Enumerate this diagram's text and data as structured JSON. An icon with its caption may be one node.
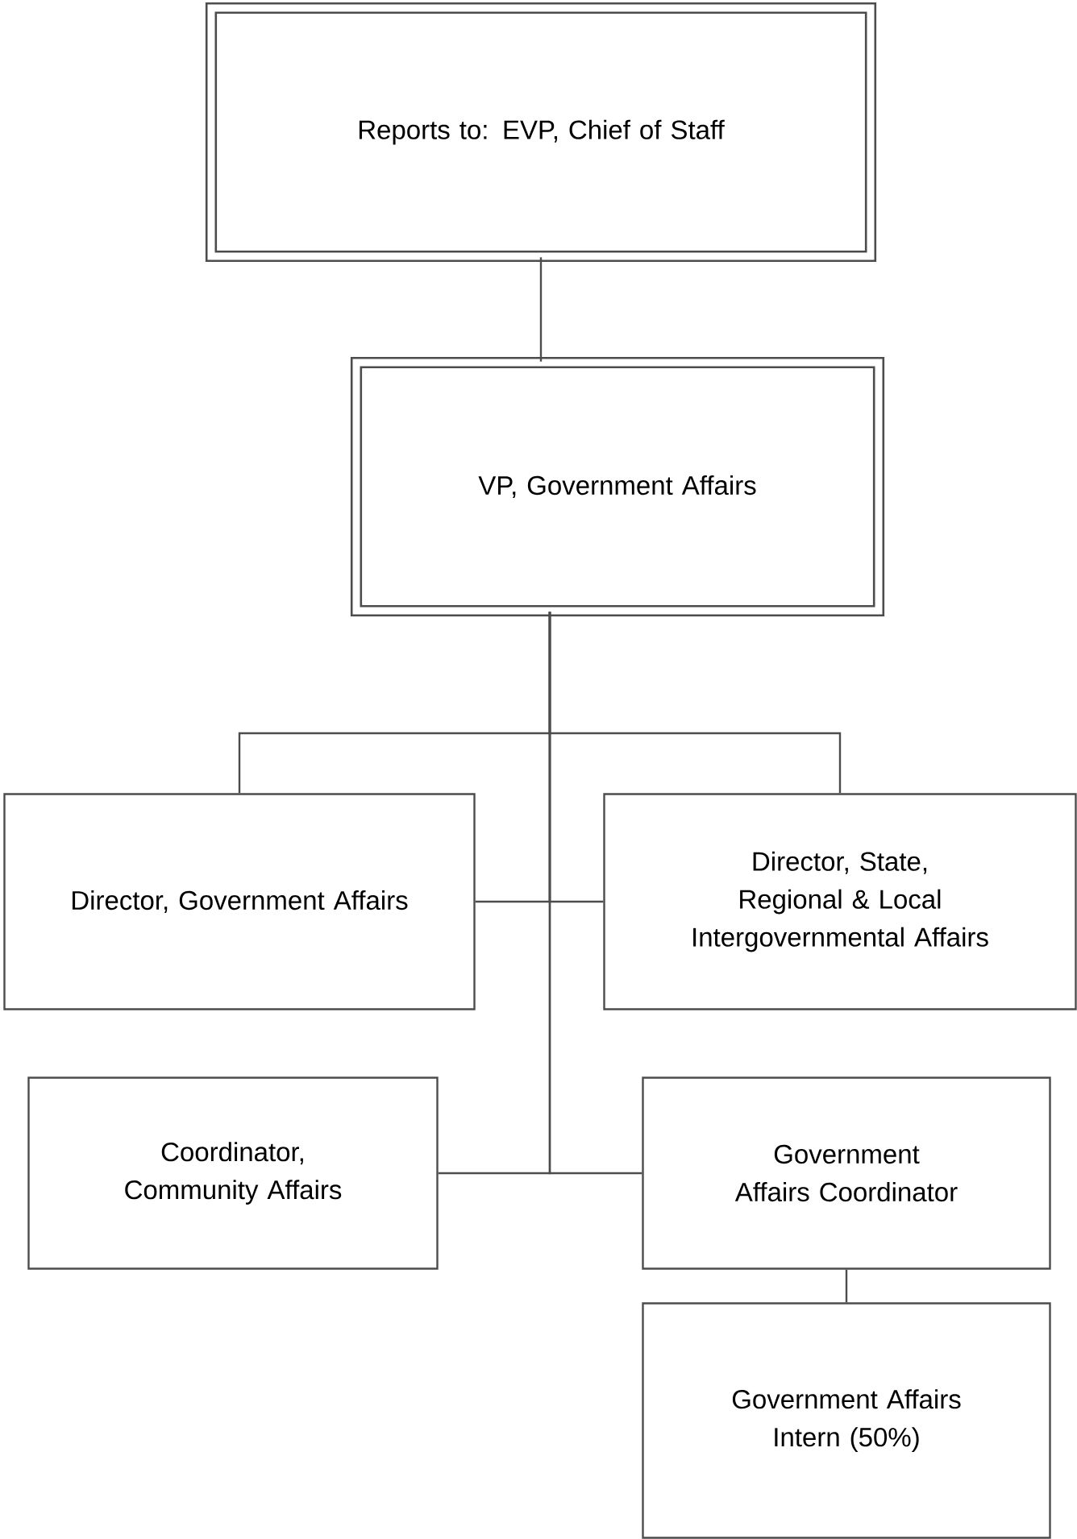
{
  "diagram": {
    "nodes": [
      {
        "text": [
          "Reports to: EVP, Chief of Staff"
        ]
      },
      {
        "text": [
          "VP, Government Affairs"
        ]
      },
      {
        "text": [
          "Director, Government Affairs"
        ]
      },
      {
        "text": [
          "Director, State, Regional & Local Intergovernmental Affairs"
        ]
      },
      {
        "text": [
          "Coordinator, Community Affairs"
        ]
      },
      {
        "text": [
          "Government Affairs Coordinator"
        ]
      },
      {
        "text": [
          "Government Affairs Intern (50%)"
        ]
      }
    ],
    "edges": [
      {
        "from": 0,
        "to": 1,
        "arrow": "none"
      },
      {
        "from": 1,
        "to": 2,
        "arrow": "none"
      },
      {
        "from": 1,
        "to": 3,
        "arrow": "none"
      },
      {
        "from": 1,
        "to": 2,
        "arrow": "none"
      },
      {
        "from": 1,
        "to": 3,
        "arrow": "none"
      },
      {
        "from": 1,
        "to": 4,
        "arrow": "none"
      },
      {
        "from": 1,
        "to": 5,
        "arrow": "none"
      },
      {
        "from": 5,
        "to": 6,
        "arrow": "none"
      }
    ]
  }
}
